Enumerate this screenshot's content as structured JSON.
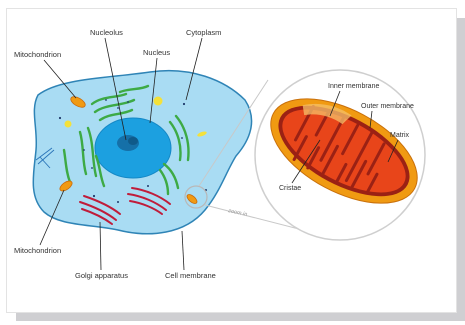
{
  "labels": {
    "nucleolus": "Nucleolus",
    "nucleus": "Nucleus",
    "cytoplasm": "Cytoplasm",
    "mitochondrion_top": "Mitochondrion",
    "mitochondrion_bottom": "Mitochondrion",
    "golgi": "Golgi apparatus",
    "cell_membrane": "Cell membrane",
    "zoom": "zoom in",
    "inner_membrane": "Inner membrane",
    "outer_membrane": "Outer membrane",
    "matrix": "Matrix",
    "cristae": "Cristae"
  },
  "colors": {
    "cell_fill": "#a9dcf3",
    "cell_outline": "#2f84b6",
    "nucleus_fill": "#1ca0e0",
    "nucleolus_fill": "#1570a8",
    "er_green": "#3daa45",
    "golgi_red": "#c01c3a",
    "mito_outer": "#f09a12",
    "mito_inner": "#e8451a",
    "mito_dark": "#8b1a12"
  }
}
